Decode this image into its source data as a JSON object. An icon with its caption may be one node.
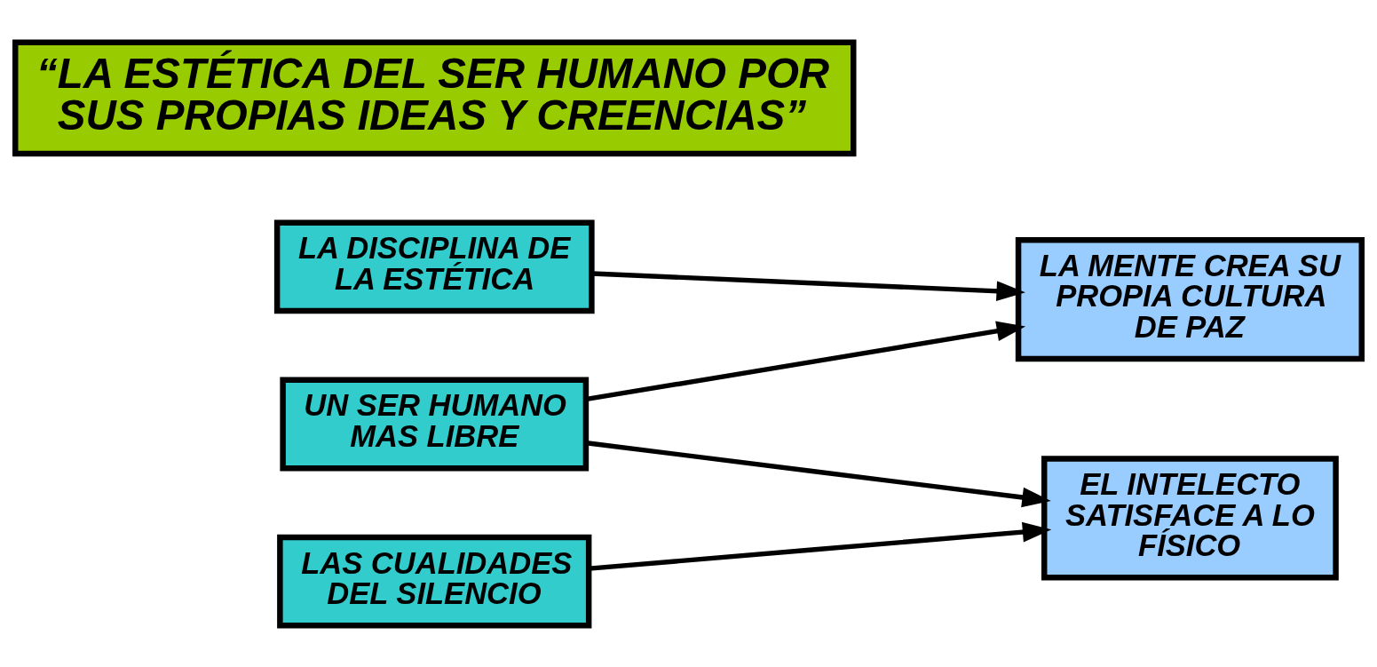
{
  "diagram": {
    "nodes": [
      {
        "text": [
          "LA DISCIPLINA DE LA ESTÉTICA"
        ]
      },
      {
        "text": [
          "LA MENTE CREA SU PROPIA CULTURA DE PAZ"
        ]
      },
      {
        "text": [
          "UN SER HUMANO MAS LIBRE"
        ]
      },
      {
        "text": [
          "EL INTELECTO SATISFACE A LO FÍSICO"
        ]
      },
      {
        "text": [
          "LAS CUALIDADES DEL SILENCIO"
        ]
      },
      {
        "text": [
          "“LA ESTÉTICA DEL SER HUMANO POR SUS PROPIAS IDEAS Y CREENCIAS”"
        ]
      }
    ],
    "edges": [
      {
        "from": 0,
        "to": 1,
        "arrow": "to"
      },
      {
        "from": 2,
        "to": 1,
        "arrow": "to"
      },
      {
        "from": 2,
        "to": 3,
        "arrow": "to"
      },
      {
        "from": 4,
        "to": 3,
        "arrow": "to"
      }
    ]
  }
}
